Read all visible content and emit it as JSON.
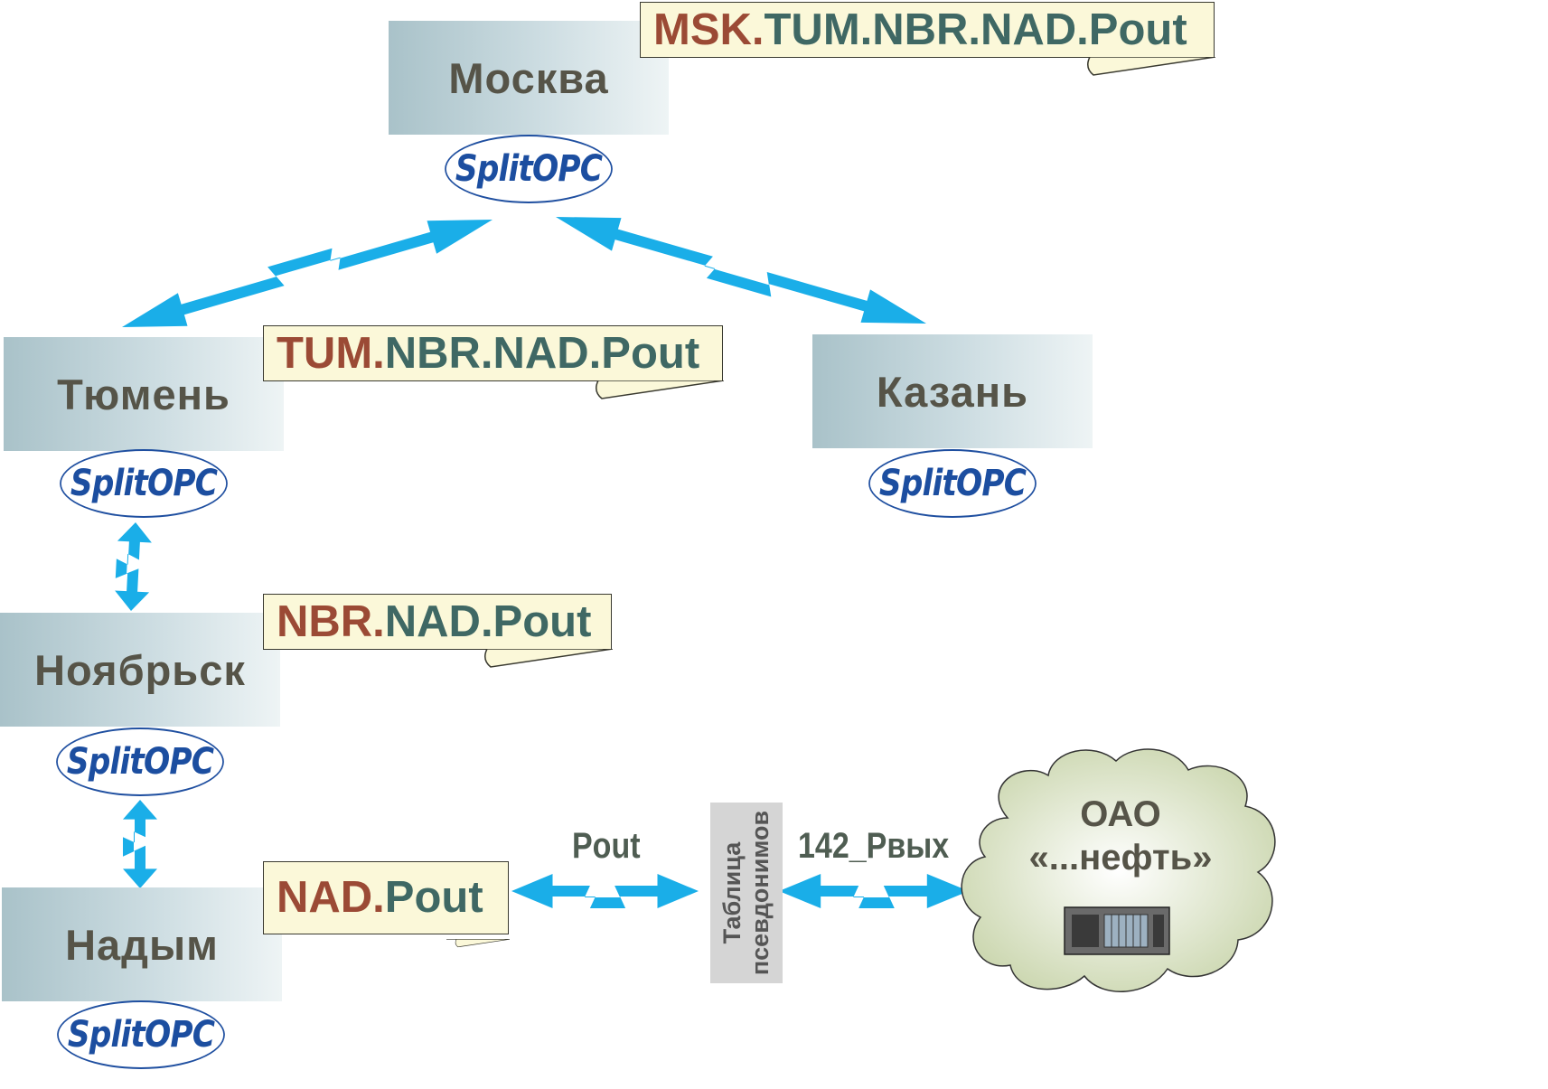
{
  "nodes": {
    "moscow": {
      "name": "Москва",
      "tag_prefix": "MSK.",
      "tag_rest": "TUM.NBR.NAD.Pout",
      "server": "SplitOPC"
    },
    "tyumen": {
      "name": "Тюмень",
      "tag_prefix": "TUM.",
      "tag_rest": "NBR.NAD.Pout",
      "server": "SplitOPC"
    },
    "kazan": {
      "name": "Казань",
      "server": "SplitOPC"
    },
    "noyabrsk": {
      "name": "Ноябрьск",
      "tag_prefix": "NBR.",
      "tag_rest": "NAD.Pout",
      "server": "SplitOPC"
    },
    "nadym": {
      "name": "Надым",
      "tag_prefix": "NAD.",
      "tag_rest": "Pout",
      "server": "SplitOPC"
    }
  },
  "alias_table": {
    "line1": "Таблица",
    "line2": "псевдонимов"
  },
  "flow_labels": {
    "left": "Pout",
    "right": "142_Рвых"
  },
  "company": {
    "line1": "ОАО",
    "line2": "«...нефть»"
  },
  "colors": {
    "arrow": "#1aaee8",
    "tag_prefix": "#9b4a35",
    "tag_rest": "#3f6864",
    "server_text": "#1c4ea0"
  }
}
